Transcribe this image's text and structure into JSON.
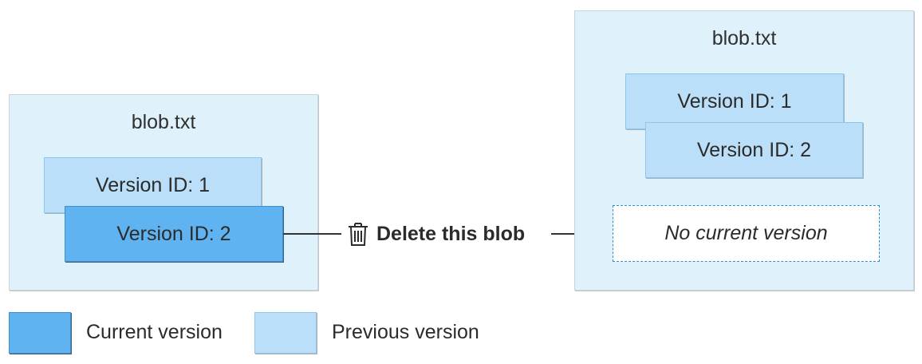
{
  "before": {
    "title": "blob.txt",
    "versions": [
      {
        "label": "Version ID: 1",
        "status": "previous"
      },
      {
        "label": "Version ID: 2",
        "status": "current"
      }
    ]
  },
  "action": {
    "label": "Delete this blob",
    "icon": "trash-icon"
  },
  "after": {
    "title": "blob.txt",
    "versions": [
      {
        "label": "Version ID: 1",
        "status": "previous"
      },
      {
        "label": "Version ID: 2",
        "status": "previous"
      }
    ],
    "no_current_label": "No current version"
  },
  "legend": {
    "current_label": "Current version",
    "previous_label": "Previous version"
  },
  "colors": {
    "panel_background": "#dff1fa",
    "current_version": "#5fb3f1",
    "previous_version": "#bbdff8",
    "dashed_border": "#2f8fcc",
    "connector": "#333333"
  }
}
